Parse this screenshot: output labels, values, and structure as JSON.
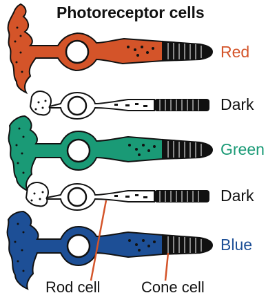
{
  "title": "Photoreceptor cells",
  "rows": [
    {
      "label": "Red",
      "color": "#d45429",
      "type": "cone"
    },
    {
      "label": "Dark",
      "color": "#111111",
      "type": "rod"
    },
    {
      "label": "Green",
      "color": "#1a9a76",
      "type": "cone"
    },
    {
      "label": "Dark",
      "color": "#111111",
      "type": "rod"
    },
    {
      "label": "Blue",
      "color": "#1d4f96",
      "type": "cone"
    }
  ],
  "captions": {
    "rod": "Rod cell",
    "cone": "Cone cell"
  },
  "colors": {
    "red": "#d45429",
    "green": "#1a9a76",
    "blue": "#1d4f96",
    "outline": "#111111",
    "pointer": "#d45429"
  }
}
